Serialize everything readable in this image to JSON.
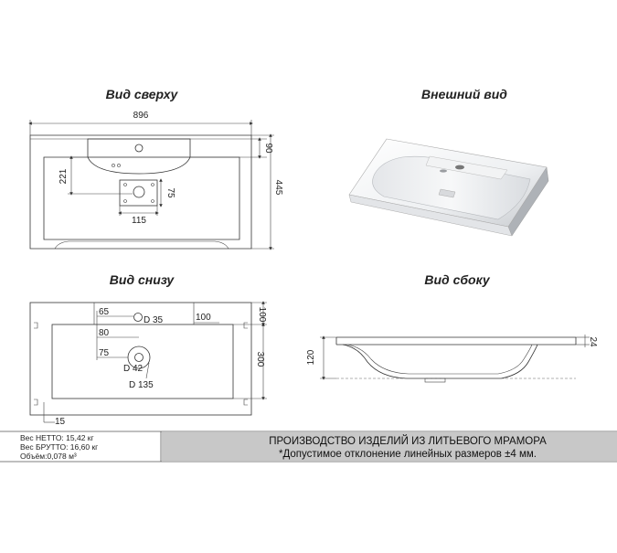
{
  "views": {
    "top": {
      "title": "Вид сверху",
      "width": "896",
      "depth": "445",
      "back_ledge": "90",
      "faucet_to_drain": "221",
      "drain_plate_w": "115",
      "drain_plate_h": "75"
    },
    "exterior": {
      "title": "Внешний вид"
    },
    "bottom": {
      "title": "Вид снизу",
      "d35": "D 35",
      "d42": "D 42",
      "d135": "D 135",
      "dim_65": "65",
      "dim_80": "80",
      "dim_75": "75",
      "dim_100_h": "100",
      "dim_100_v": "100",
      "dim_300": "300",
      "dim_15": "15"
    },
    "side": {
      "title": "Вид сбоку",
      "height": "120",
      "rim": "24"
    }
  },
  "footer": {
    "net_weight": "Вес НЕТТО: 15,42 кг",
    "gross_weight": "Вес БРУТТО: 16,60 кг",
    "volume": "Объём:0,078 м³",
    "production": "ПРОИЗВОДСТВО ИЗДЕЛИЙ ИЗ ЛИТЬЕВОГО МРАМОРА",
    "tolerance": "*Допустимое отклонение линейных размеров ±4 мм."
  },
  "colors": {
    "banner_bg": "#c8c8c8",
    "line": "#333333"
  }
}
